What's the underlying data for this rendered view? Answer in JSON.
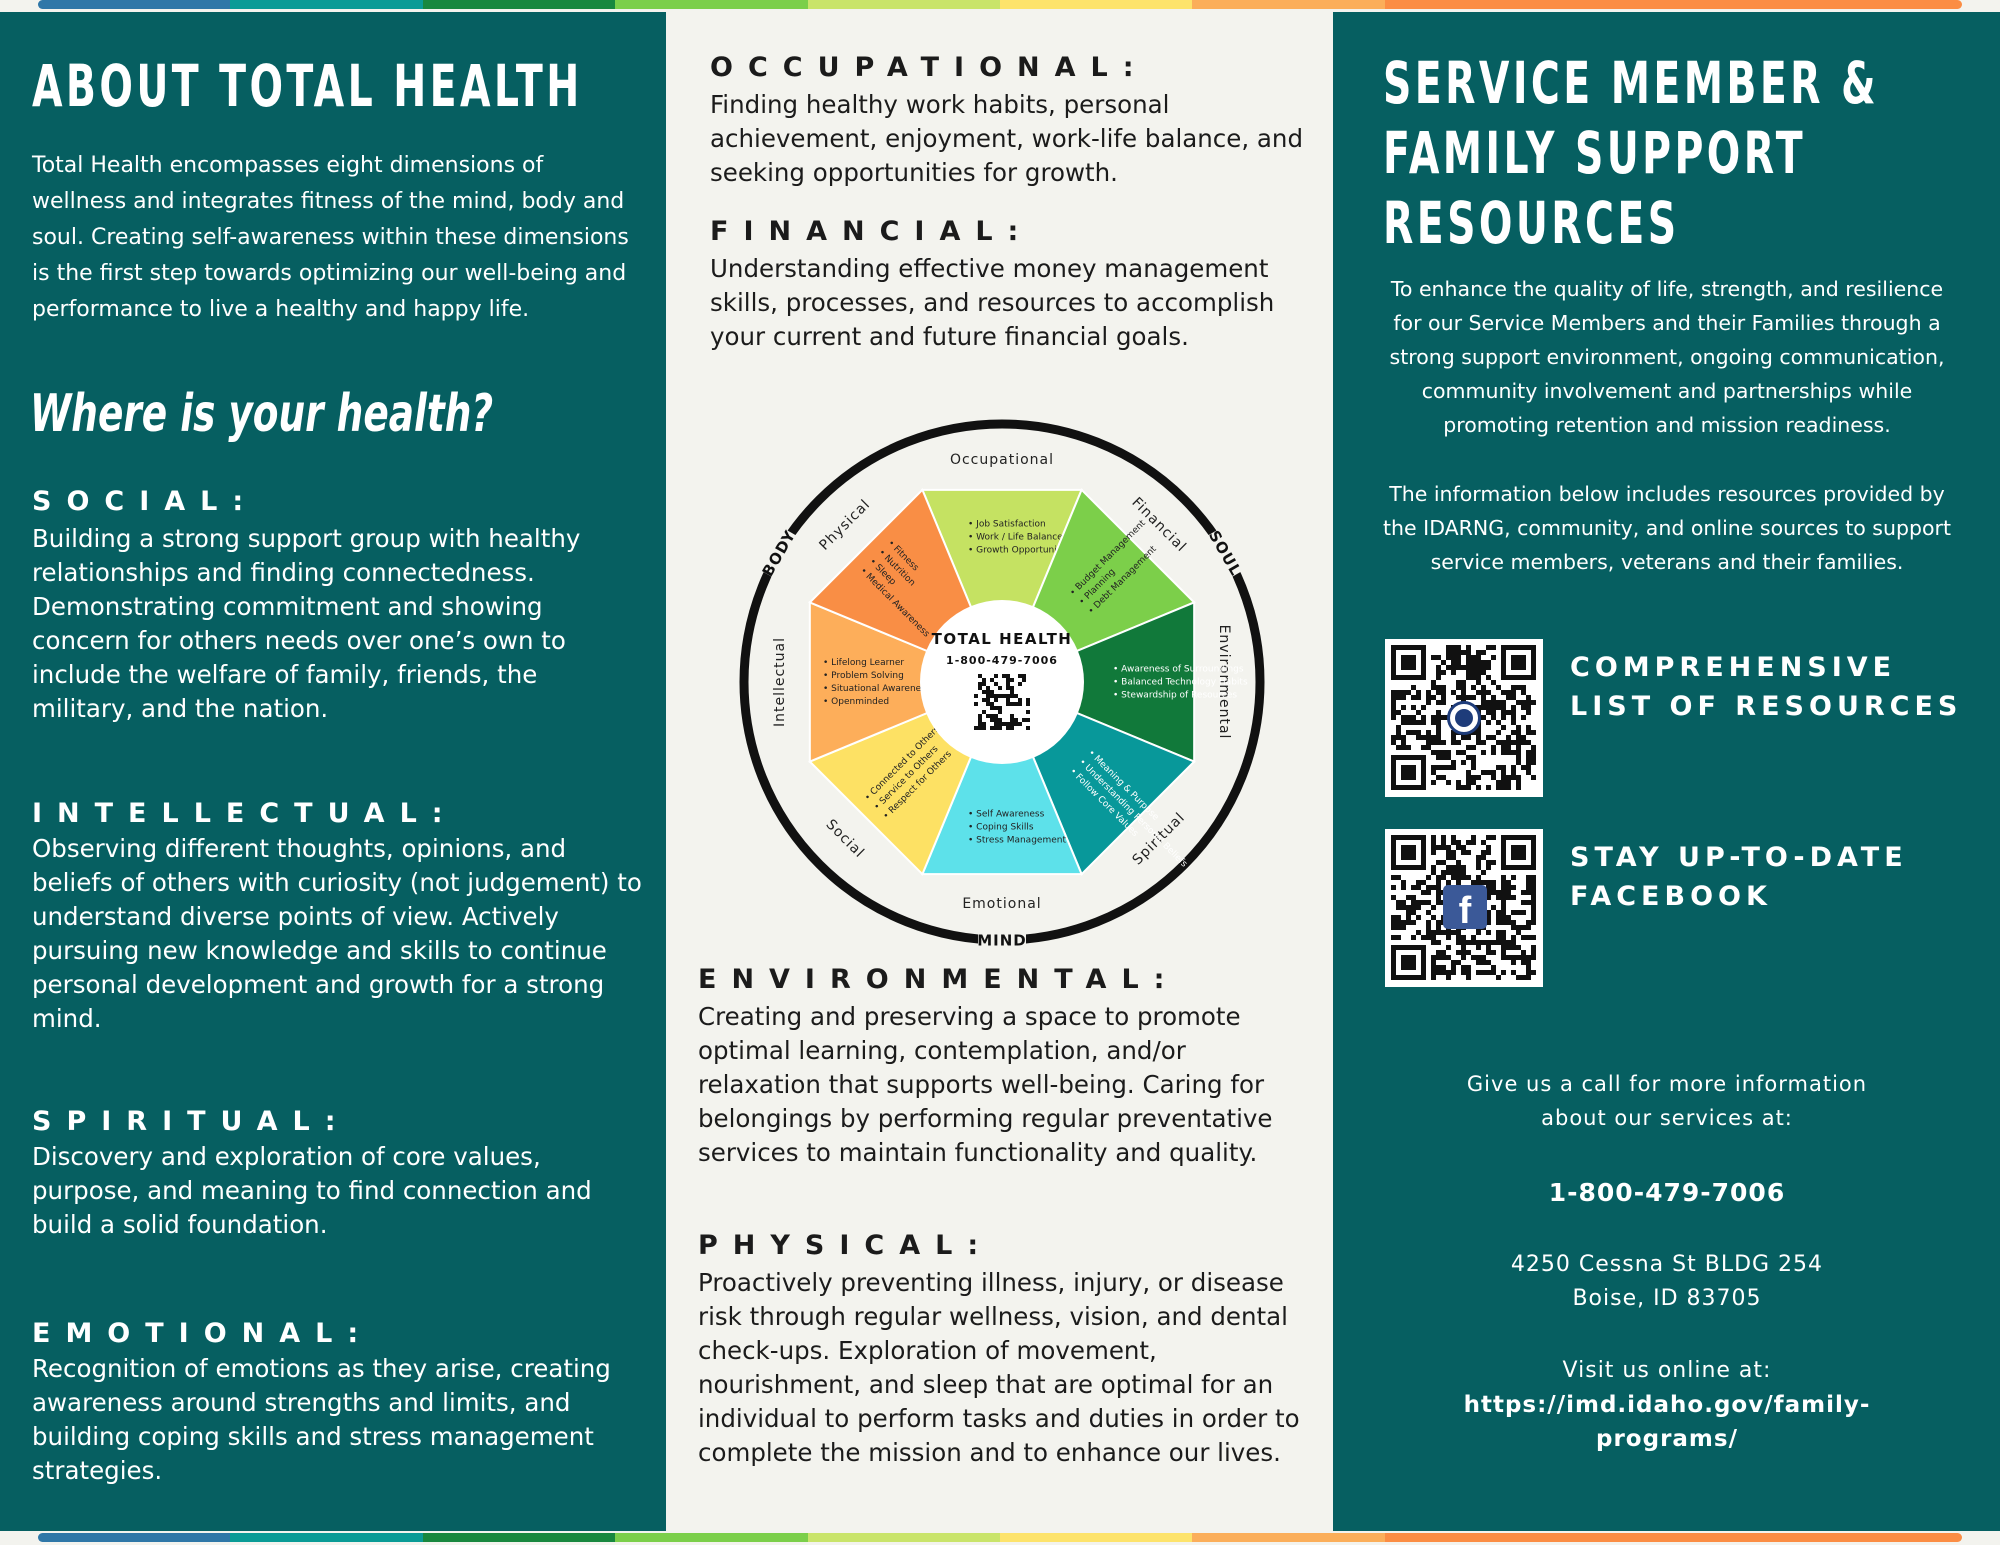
{
  "colors": {
    "teal": "#065f61",
    "cream": "#f3f3ee",
    "physical": "#f98e45",
    "occupational": "#c5e262",
    "financial": "#7ccf4a",
    "environmental": "#11793a",
    "spiritual": "#08989a",
    "emotional": "#5de1ea",
    "social": "#fde164",
    "intellectual": "#fdae5a",
    "stripe": [
      "#2f77a8",
      "#0a9b96",
      "#18883f",
      "#7bcf4a",
      "#c9e46a",
      "#fde36b",
      "#fbae5a",
      "#fb8d44",
      "#fb8d44",
      "#fb8d44"
    ]
  },
  "left": {
    "title": "ABOUT TOTAL HEALTH",
    "intro": "Total Health encompasses eight dimensions of wellness and integrates fitness of the mind, body and soul. Creating self-awareness within these dimensions is the first step towards optimizing our well-being and performance to live a healthy and happy life.",
    "question": "Where is your health?",
    "sections": [
      {
        "heading": "SOCIAL:",
        "body": "Building a strong support group with healthy relationships and finding connectedness. Demonstrating commitment and showing concern for others needs over one’s own to include the welfare of family, friends, the military, and the nation."
      },
      {
        "heading": "INTELLECTUAL:",
        "body": "Observing different thoughts, opinions, and beliefs of others with curiosity (not judgement) to understand diverse points of view. Actively pursuing new knowledge and skills to continue personal development and growth for a strong mind."
      },
      {
        "heading": "SPIRITUAL:",
        "body": "Discovery and exploration of core values, purpose, and meaning to find connection and build a solid foundation."
      },
      {
        "heading": "EMOTIONAL:",
        "body": "Recognition of emotions as they arise, creating awareness around strengths and limits, and building coping skills and stress management strategies."
      }
    ]
  },
  "mid": {
    "sections": [
      {
        "heading": "OCCUPATIONAL:",
        "body": "Finding healthy work habits, personal achievement, enjoyment, work-life balance, and seeking opportunities for growth."
      },
      {
        "heading": "FINANCIAL:",
        "body": "Understanding effective money management skills, processes, and resources to accomplish your current and future financial goals."
      },
      {
        "heading": "ENVIRONMENTAL:",
        "body": "Creating and preserving a space to promote optimal learning, contemplation, and/or relaxation that supports well-being. Caring for belongings by performing regular preventative services to maintain functionality and quality."
      },
      {
        "heading": "PHYSICAL:",
        "body": "Proactively preventing illness, injury, or disease risk through regular wellness, vision, and dental check-ups. Exploration of movement, nourishment, and sleep that are optimal for an individual to perform tasks and duties in order to complete the mission and to enhance our lives."
      }
    ],
    "wheel": {
      "center_title": "TOTAL HEALTH",
      "center_phone": "1-800-479-7006",
      "ring_labels": {
        "body": "BODY",
        "soul": "SOUL",
        "mind": "MIND"
      },
      "segments": [
        {
          "name": "Occupational",
          "items": [
            "Job Satisfaction",
            "Work / Life Balance",
            "Growth Opportunities"
          ]
        },
        {
          "name": "Financial",
          "items": [
            "Budget Management",
            "Planning",
            "Debt Management"
          ]
        },
        {
          "name": "Environmental",
          "items": [
            "Awareness of Surroundings",
            "Balanced Technology Habits",
            "Stewardship of Resources"
          ]
        },
        {
          "name": "Spiritual",
          "items": [
            "Meaning & Purpose",
            "Understanding Personal Beliefs",
            "Follow Core Values"
          ]
        },
        {
          "name": "Emotional",
          "items": [
            "Self Awareness",
            "Coping Skills",
            "Stress Management"
          ]
        },
        {
          "name": "Social",
          "items": [
            "Connected to Others",
            "Service to Others",
            "Respect for Others"
          ]
        },
        {
          "name": "Intellectual",
          "items": [
            "Lifelong Learner",
            "Problem Solving",
            "Situational Awareness",
            "Openminded"
          ]
        },
        {
          "name": "Physical",
          "items": [
            "Fitness",
            "Nutrition",
            "Sleep",
            "Medical Awareness"
          ]
        }
      ]
    }
  },
  "right": {
    "title_lines": [
      "SERVICE MEMBER &",
      "FAMILY SUPPORT",
      "RESOURCES"
    ],
    "mission": "To enhance the quality of life, strength, and resilience for our Service Members and their Families through a strong support environment, ongoing communication, community involvement and partnerships while promoting retention and mission readiness.",
    "info": "The information below includes resources provided by the IDARNG, community, and online sources to support service members, veterans and their families.",
    "resources": [
      {
        "label_lines": [
          "COMPREHENSIVE",
          "LIST OF RESOURCES"
        ],
        "icon": "family-logo-icon"
      },
      {
        "label_lines": [
          "STAY UP-TO-DATE",
          "FACEBOOK"
        ],
        "icon": "facebook-icon"
      }
    ],
    "call_lines": [
      "Give us a call for more information",
      "about our services at:"
    ],
    "phone": "1-800-479-7006",
    "address_lines": [
      "4250 Cessna St BLDG 254",
      "Boise, ID 83705"
    ],
    "visit": "Visit us online at:",
    "url_lines": [
      "https://imd.idaho.gov/family-",
      "programs/"
    ]
  }
}
